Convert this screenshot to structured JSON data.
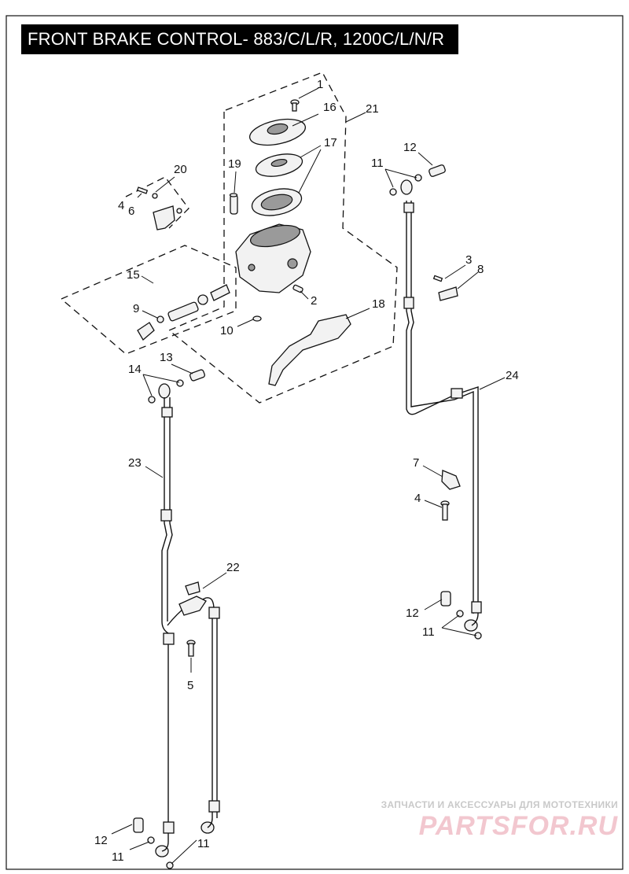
{
  "title": "FRONT BRAKE CONTROL- 883/C/L/R, 1200C/L/N/R",
  "callouts": [
    {
      "id": "c1",
      "label": "1"
    },
    {
      "id": "c16",
      "label": "16"
    },
    {
      "id": "c21",
      "label": "21"
    },
    {
      "id": "c17",
      "label": "17"
    },
    {
      "id": "c19",
      "label": "19"
    },
    {
      "id": "c20",
      "label": "20"
    },
    {
      "id": "c4a",
      "label": "4"
    },
    {
      "id": "c6",
      "label": "6"
    },
    {
      "id": "c15",
      "label": "15"
    },
    {
      "id": "c9",
      "label": "9"
    },
    {
      "id": "c10",
      "label": "10"
    },
    {
      "id": "c2",
      "label": "2"
    },
    {
      "id": "c18",
      "label": "18"
    },
    {
      "id": "c11a",
      "label": "11"
    },
    {
      "id": "c12a",
      "label": "12"
    },
    {
      "id": "c3",
      "label": "3"
    },
    {
      "id": "c8",
      "label": "8"
    },
    {
      "id": "c14",
      "label": "14"
    },
    {
      "id": "c13",
      "label": "13"
    },
    {
      "id": "c24",
      "label": "24"
    },
    {
      "id": "c23",
      "label": "23"
    },
    {
      "id": "c7",
      "label": "7"
    },
    {
      "id": "c4b",
      "label": "4"
    },
    {
      "id": "c22",
      "label": "22"
    },
    {
      "id": "c5",
      "label": "5"
    },
    {
      "id": "c12b",
      "label": "12"
    },
    {
      "id": "c11b",
      "label": "11"
    },
    {
      "id": "c12c",
      "label": "12"
    },
    {
      "id": "c11c",
      "label": "11"
    },
    {
      "id": "c11d",
      "label": "11"
    }
  ],
  "watermark": {
    "caption": "ЗАПЧАСТИ И АКСЕССУАРЫ ДЛЯ МОТОТЕХНИКИ",
    "brand": "PARTSFOR.RU"
  },
  "colors": {
    "ink": "#111111",
    "title_bg": "#000000",
    "title_fg": "#ffffff",
    "watermark_brand": "#f2c7cf"
  }
}
